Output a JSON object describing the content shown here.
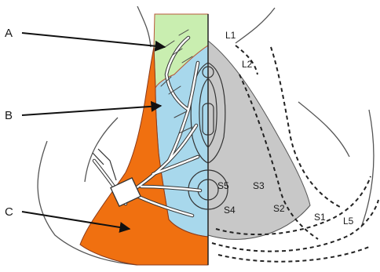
{
  "callouts": [
    {
      "id": "A",
      "label": "A"
    },
    {
      "id": "B",
      "label": "B"
    },
    {
      "id": "C",
      "label": "C"
    }
  ],
  "dermatomes": [
    {
      "id": "L1",
      "label": "L1"
    },
    {
      "id": "L2",
      "label": "L2"
    },
    {
      "id": "S5",
      "label": "S5"
    },
    {
      "id": "S3",
      "label": "S3"
    },
    {
      "id": "S4",
      "label": "S4"
    },
    {
      "id": "S2",
      "label": "S2"
    },
    {
      "id": "S1",
      "label": "S1"
    },
    {
      "id": "L5",
      "label": "L5"
    }
  ],
  "colors": {
    "region_a": "#c9eeb0",
    "region_b": "#a8d8ec",
    "region_c": "#f07010",
    "dermatome_gray": "#c8c8c8",
    "outline": "#333333",
    "nerve_fill": "#ffffff"
  }
}
